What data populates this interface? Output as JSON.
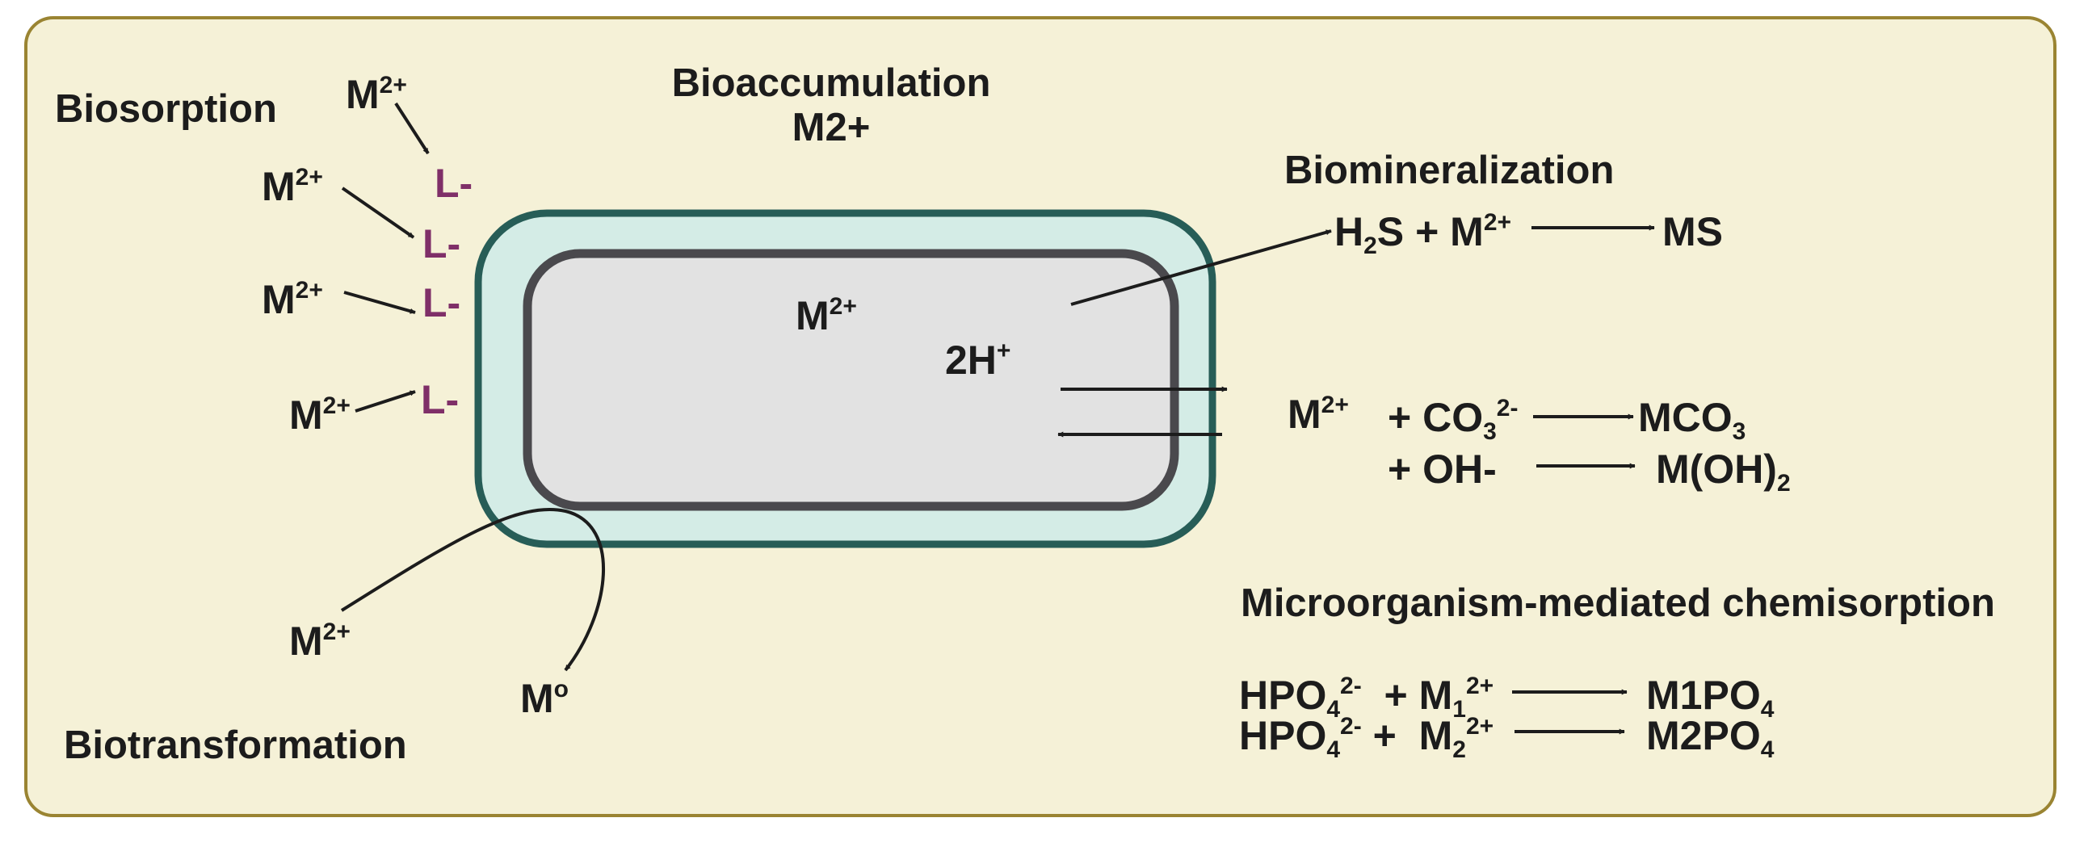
{
  "colors": {
    "panel_fill": "#f5f1d7",
    "panel_border": "#9a8432",
    "cell_wall_fill": "#d4ece6",
    "cell_wall_stroke": "#275d57",
    "membrane_fill": "#e2e2e2",
    "membrane_stroke": "#4a494d",
    "ligand_text": "#7f2f68",
    "text": "#1c1c1c"
  },
  "headings": {
    "biosorption": "Biosorption",
    "bioaccumulation_line1": "Bioaccumulation",
    "bioaccumulation_line2": "M2+",
    "biomineralization": "Biomineralization",
    "chemisorption": "Microorganism-mediated chemisorption",
    "biotransformation": "Biotransformation"
  },
  "biosorption": {
    "metal": {
      "symbol": "M",
      "charge": "2+"
    },
    "ligand": "L-"
  },
  "cell": {
    "metal": {
      "symbol": "M",
      "charge": "2+"
    },
    "protons": {
      "text": "2H",
      "charge": "+"
    }
  },
  "biomineralization_equation": {
    "h": "H",
    "h_sub": "2",
    "s": "S",
    "plus": "+",
    "metal": "M",
    "metal_charge": "2+",
    "product": "MS"
  },
  "carbonate_equations": {
    "metal": "M",
    "metal_charge": "2+",
    "co3_reactant_base": "+ CO",
    "co3_sub": "3",
    "co3_charge": "2-",
    "co3_product_base": "MCO",
    "co3_product_sub": "3",
    "oh_reactant": "+ OH-",
    "oh_product_base": "M(OH)",
    "oh_product_sub": "2"
  },
  "phosphate_equations": {
    "hpo_base": "HPO",
    "hpo_sub": "4",
    "hpo_charge": "2-",
    "plus": "+",
    "metal": "M",
    "m1_sub": "1",
    "m2_sub": "2",
    "metal_charge": "2+",
    "m1_product_base": "M",
    "m1_product_mid": "1",
    "m1_product_po": "PO",
    "m1_product_sub": "4",
    "m2_product_base": "M",
    "m2_product_mid": "2",
    "m2_product_po": "PO",
    "m2_product_sub": "4"
  },
  "biotransformation": {
    "metal": "M",
    "metal_charge": "2+",
    "reduced": "M",
    "reduced_mark": "o"
  }
}
